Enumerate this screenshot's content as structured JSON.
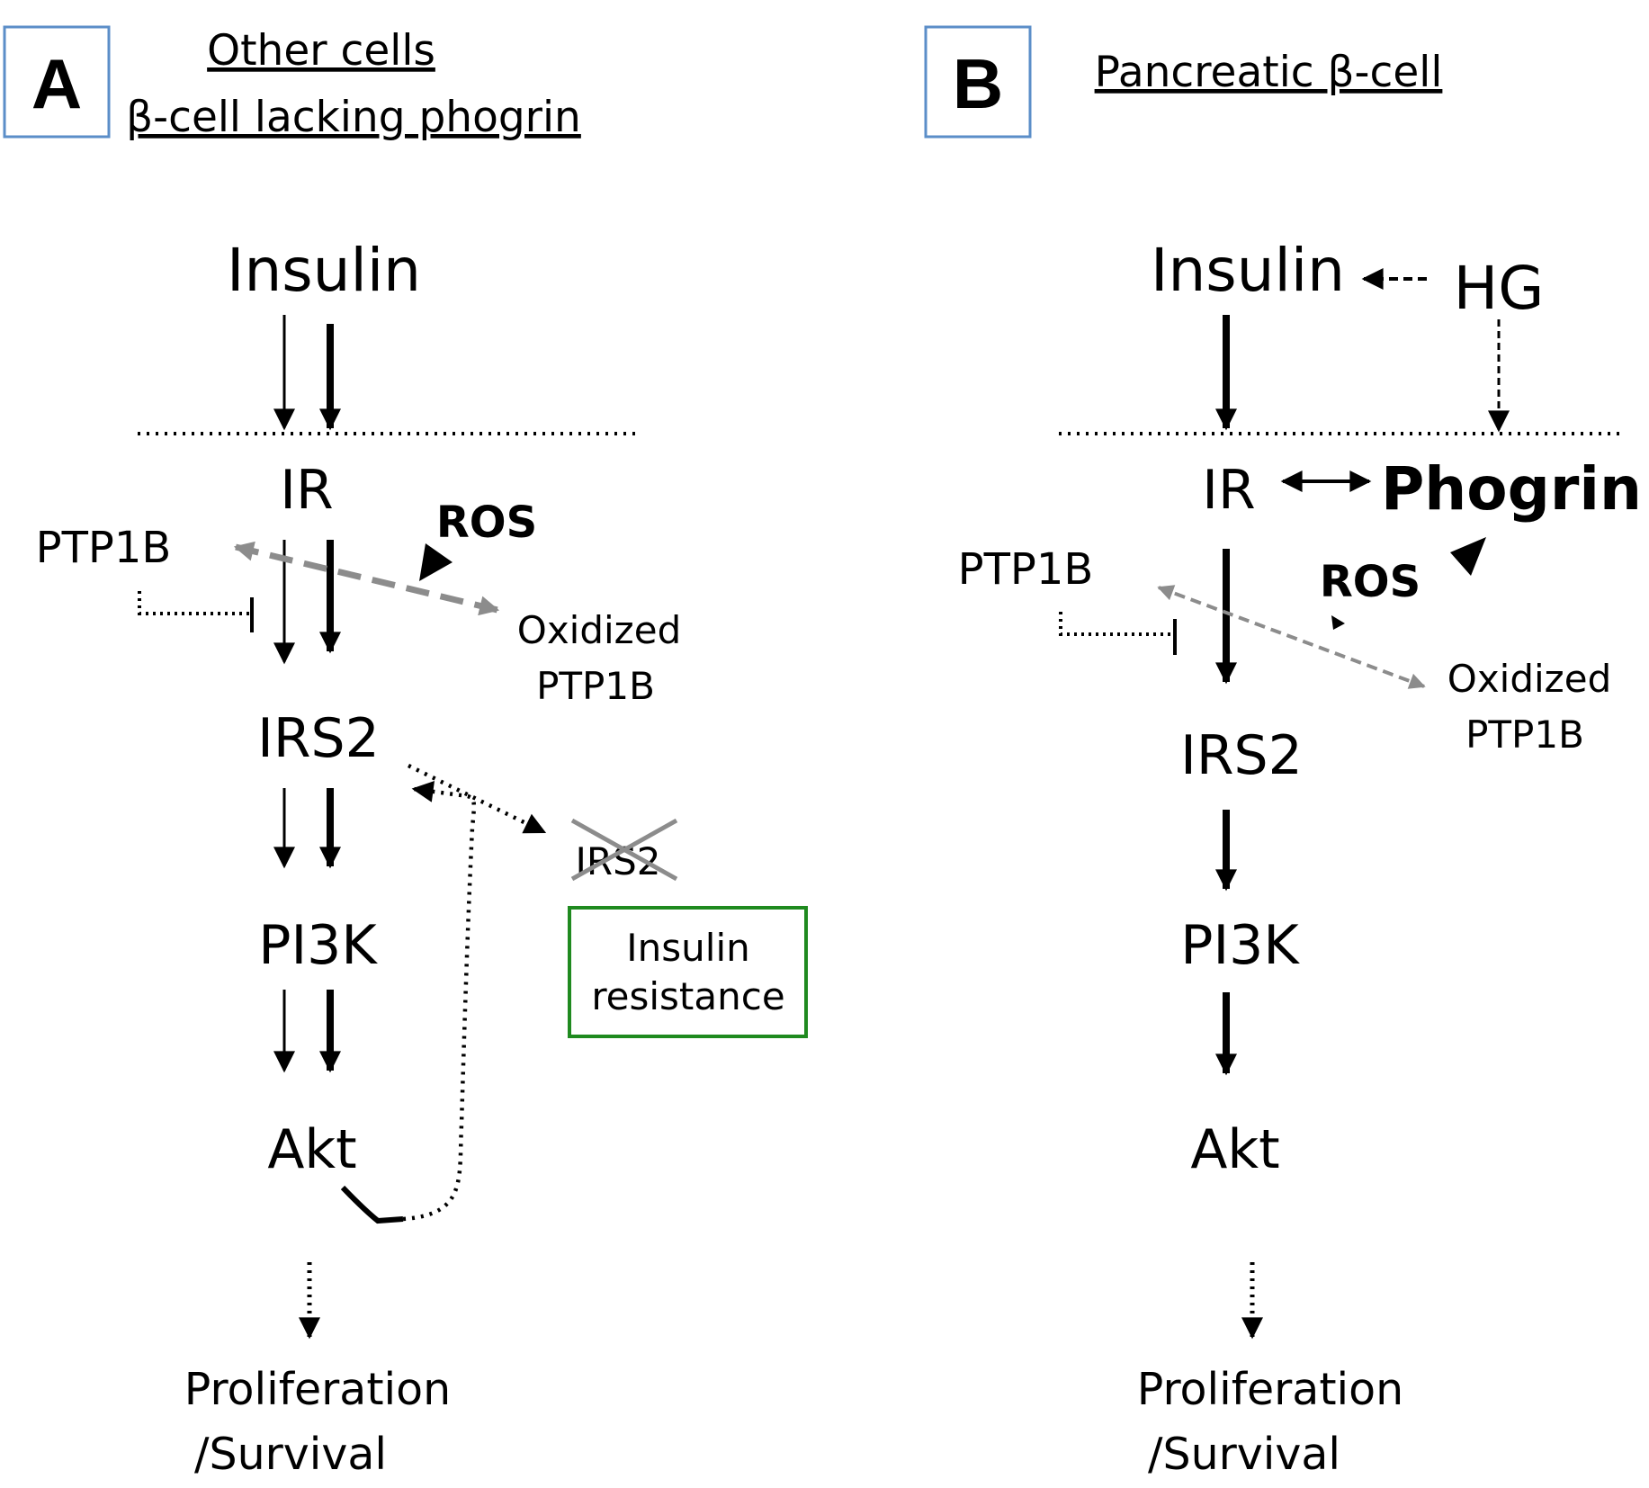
{
  "panel_a": {
    "letter": "A",
    "title_line1": "Other cells",
    "title_line2": "β-cell lacking phogrin",
    "insulin": "Insulin",
    "ir": "IR",
    "ptp1b": "PTP1B",
    "ros": "ROS",
    "oxidized_line1": "Oxidized",
    "oxidized_line2": "PTP1B",
    "irs2": "IRS2",
    "irs2_crossed": "IRS2",
    "pi3k": "PI3K",
    "akt": "Akt",
    "insulin_resistance_line1": "Insulin",
    "insulin_resistance_line2": "resistance",
    "outcome_line1": "Proliferation",
    "outcome_line2": "/Survival"
  },
  "panel_b": {
    "letter": "B",
    "title": "Pancreatic β-cell",
    "insulin": "Insulin",
    "hg": "HG",
    "ir": "IR",
    "phogrin": "Phogrin",
    "ptp1b": "PTP1B",
    "ros": "ROS",
    "oxidized_line1": "Oxidized",
    "oxidized_line2": "PTP1B",
    "irs2": "IRS2",
    "pi3k": "PI3K",
    "akt": "Akt",
    "outcome_line1": "Proliferation",
    "outcome_line2": "/Survival"
  },
  "colors": {
    "panel_box": "#5b8ec8",
    "resistance_box": "#1f8a1f",
    "oxidation_arrow": "#8c8c8c",
    "cross_mark": "#8c8c8c"
  }
}
